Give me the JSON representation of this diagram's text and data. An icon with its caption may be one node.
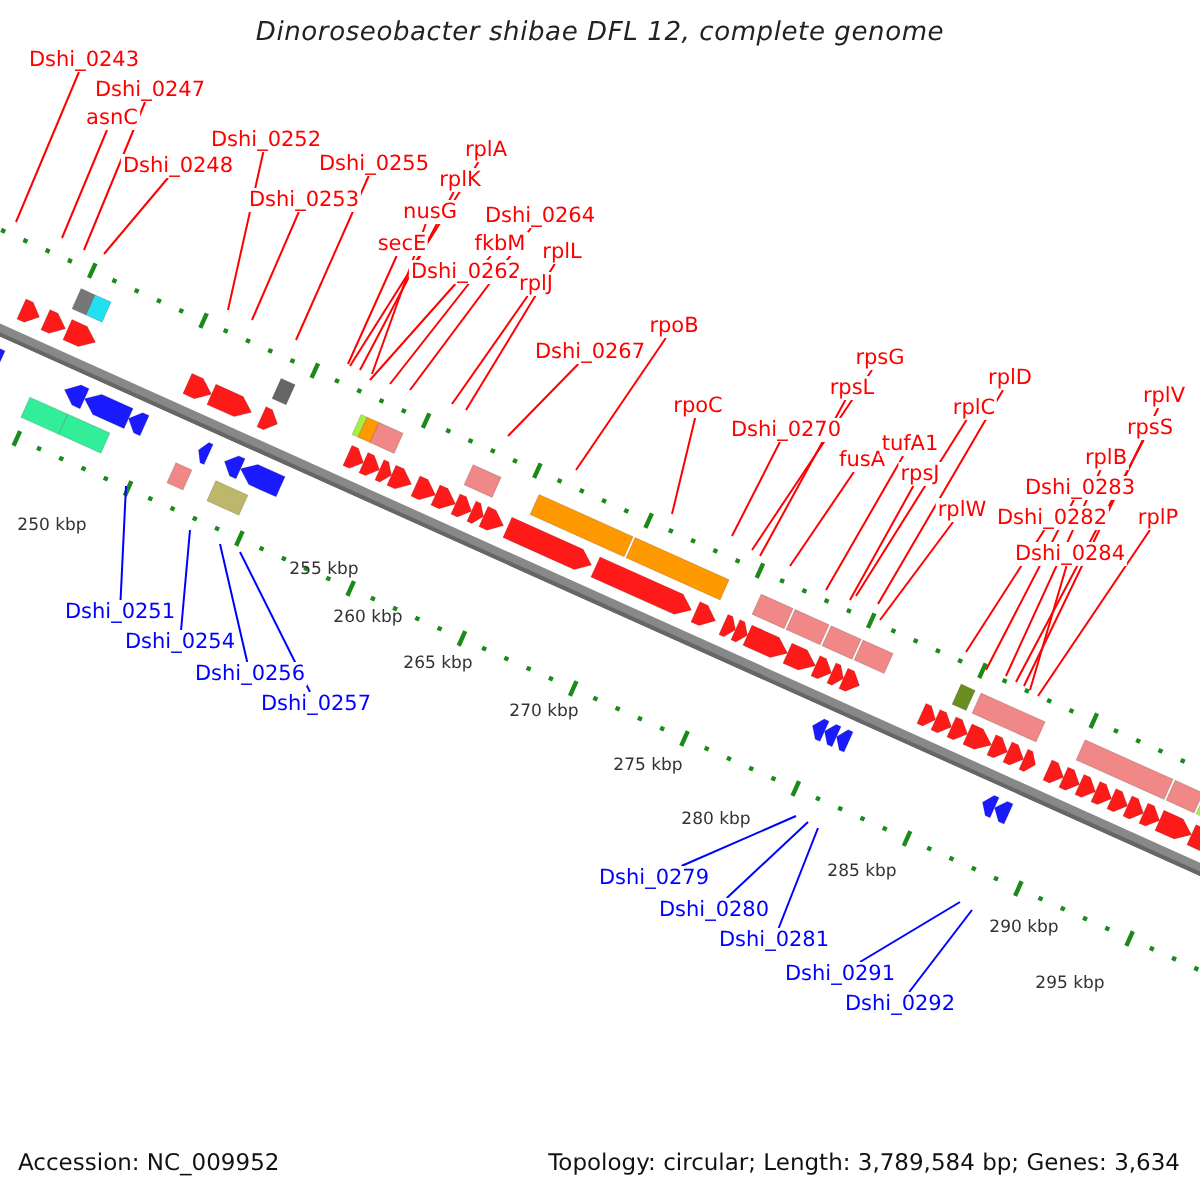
{
  "diagram": {
    "title": "Dinoroseobacter shibae DFL 12, complete genome",
    "nodes": [
      {
        "text": [
          "Dshi_0243"
        ]
      },
      {
        "text": [
          "Dshi_0247"
        ]
      },
      {
        "text": [
          "asnC"
        ]
      },
      {
        "text": [
          "Dshi_0248"
        ]
      },
      {
        "text": [
          "Dshi_0252"
        ]
      },
      {
        "text": [
          "Dshi_0255"
        ]
      },
      {
        "text": [
          "Dshi_0253"
        ]
      },
      {
        "text": [
          "rplA"
        ]
      },
      {
        "text": [
          "rplK"
        ]
      },
      {
        "text": [
          "nusG"
        ]
      },
      {
        "text": [
          "secE"
        ]
      },
      {
        "text": [
          "Dshi_0264"
        ]
      },
      {
        "text": [
          "fkbM"
        ]
      },
      {
        "text": [
          "Dshi_0262"
        ]
      },
      {
        "text": [
          "rplL"
        ]
      },
      {
        "text": [
          "rplJ"
        ]
      },
      {
        "text": [
          "rpoB"
        ]
      },
      {
        "text": [
          "Dshi_0267"
        ]
      },
      {
        "text": [
          "rpoC"
        ]
      },
      {
        "text": [
          "Dshi_0270"
        ]
      },
      {
        "text": [
          "rpsG"
        ]
      },
      {
        "text": [
          "rpsL"
        ]
      },
      {
        "text": [
          "fusA"
        ]
      },
      {
        "text": [
          "tufA1"
        ]
      },
      {
        "text": [
          "rplC"
        ]
      },
      {
        "text": [
          "rplD"
        ]
      },
      {
        "text": [
          "rpsJ"
        ]
      },
      {
        "text": [
          "rplW"
        ]
      },
      {
        "text": [
          "Dshi_0283"
        ]
      },
      {
        "text": [
          "Dshi_0282"
        ]
      },
      {
        "text": [
          "rplB"
        ]
      },
      {
        "text": [
          "rpsS"
        ]
      },
      {
        "text": [
          "rplV"
        ]
      },
      {
        "text": [
          "Dshi_0284"
        ]
      },
      {
        "text": [
          "rplP"
        ]
      },
      {
        "text": [
          "Dshi_0251"
        ]
      },
      {
        "text": [
          "Dshi_0254"
        ]
      },
      {
        "text": [
          "Dshi_0256"
        ]
      },
      {
        "text": [
          "Dshi_0257"
        ]
      },
      {
        "text": [
          "Dshi_0279"
        ]
      },
      {
        "text": [
          "Dshi_0280"
        ]
      },
      {
        "text": [
          "Dshi_0281"
        ]
      },
      {
        "text": [
          "Dshi_0291"
        ]
      },
      {
        "text": [
          "Dshi_0292"
        ]
      }
    ],
    "edges": [
      {
        "from": 0,
        "to": null,
        "arrow": "none"
      },
      {
        "from": 1,
        "to": null,
        "arrow": "none"
      },
      {
        "from": 2,
        "to": null,
        "arrow": "none"
      },
      {
        "from": 3,
        "to": null,
        "arrow": "none"
      },
      {
        "from": 4,
        "to": null,
        "arrow": "none"
      },
      {
        "from": 5,
        "to": null,
        "arrow": "none"
      },
      {
        "from": 6,
        "to": null,
        "arrow": "none"
      },
      {
        "from": 7,
        "to": null,
        "arrow": "none"
      },
      {
        "from": 8,
        "to": null,
        "arrow": "none"
      },
      {
        "from": 9,
        "to": null,
        "arrow": "none"
      },
      {
        "from": 10,
        "to": null,
        "arrow": "none"
      },
      {
        "from": 11,
        "to": null,
        "arrow": "none"
      },
      {
        "from": 12,
        "to": null,
        "arrow": "none"
      },
      {
        "from": 13,
        "to": null,
        "arrow": "none"
      },
      {
        "from": 14,
        "to": null,
        "arrow": "none"
      },
      {
        "from": 15,
        "to": null,
        "arrow": "none"
      },
      {
        "from": 16,
        "to": null,
        "arrow": "none"
      },
      {
        "from": 17,
        "to": null,
        "arrow": "none"
      },
      {
        "from": 18,
        "to": null,
        "arrow": "none"
      },
      {
        "from": 19,
        "to": null,
        "arrow": "none"
      },
      {
        "from": 20,
        "to": null,
        "arrow": "none"
      },
      {
        "from": 21,
        "to": null,
        "arrow": "none"
      },
      {
        "from": 22,
        "to": null,
        "arrow": "none"
      },
      {
        "from": 23,
        "to": null,
        "arrow": "none"
      },
      {
        "from": 24,
        "to": null,
        "arrow": "none"
      },
      {
        "from": 25,
        "to": null,
        "arrow": "none"
      },
      {
        "from": 26,
        "to": null,
        "arrow": "none"
      },
      {
        "from": 27,
        "to": null,
        "arrow": "none"
      },
      {
        "from": 28,
        "to": null,
        "arrow": "none"
      },
      {
        "from": 29,
        "to": null,
        "arrow": "none"
      },
      {
        "from": 30,
        "to": null,
        "arrow": "none"
      },
      {
        "from": 31,
        "to": null,
        "arrow": "none"
      },
      {
        "from": 32,
        "to": null,
        "arrow": "none"
      },
      {
        "from": 33,
        "to": null,
        "arrow": "none"
      },
      {
        "from": 34,
        "to": null,
        "arrow": "none"
      },
      {
        "from": 35,
        "to": null,
        "arrow": "none",
        "color": "#0000ff"
      },
      {
        "from": 36,
        "to": null,
        "arrow": "none",
        "color": "#0000ff"
      },
      {
        "from": 37,
        "to": null,
        "arrow": "none",
        "color": "#0000ff"
      },
      {
        "from": 38,
        "to": null,
        "arrow": "none",
        "color": "#0000ff"
      },
      {
        "from": 39,
        "to": null,
        "arrow": "none",
        "color": "#0000ff"
      },
      {
        "from": 40,
        "to": null,
        "arrow": "none",
        "color": "#0000ff"
      },
      {
        "from": 41,
        "to": null,
        "arrow": "none",
        "color": "#0000ff"
      },
      {
        "from": 42,
        "to": null,
        "arrow": "none",
        "color": "#0000ff"
      },
      {
        "from": 43,
        "to": null,
        "arrow": "none",
        "color": "#0000ff"
      }
    ],
    "labels": [
      "250 kbp",
      "255 kbp",
      "260 kbp",
      "265 kbp",
      "270 kbp",
      "275 kbp",
      "280 kbp",
      "285 kbp",
      "290 kbp",
      "295 kbp",
      "Accession: NC_009952",
      "Topology: circular; Length: 3,789,584 bp; Genes: 3,634"
    ]
  }
}
